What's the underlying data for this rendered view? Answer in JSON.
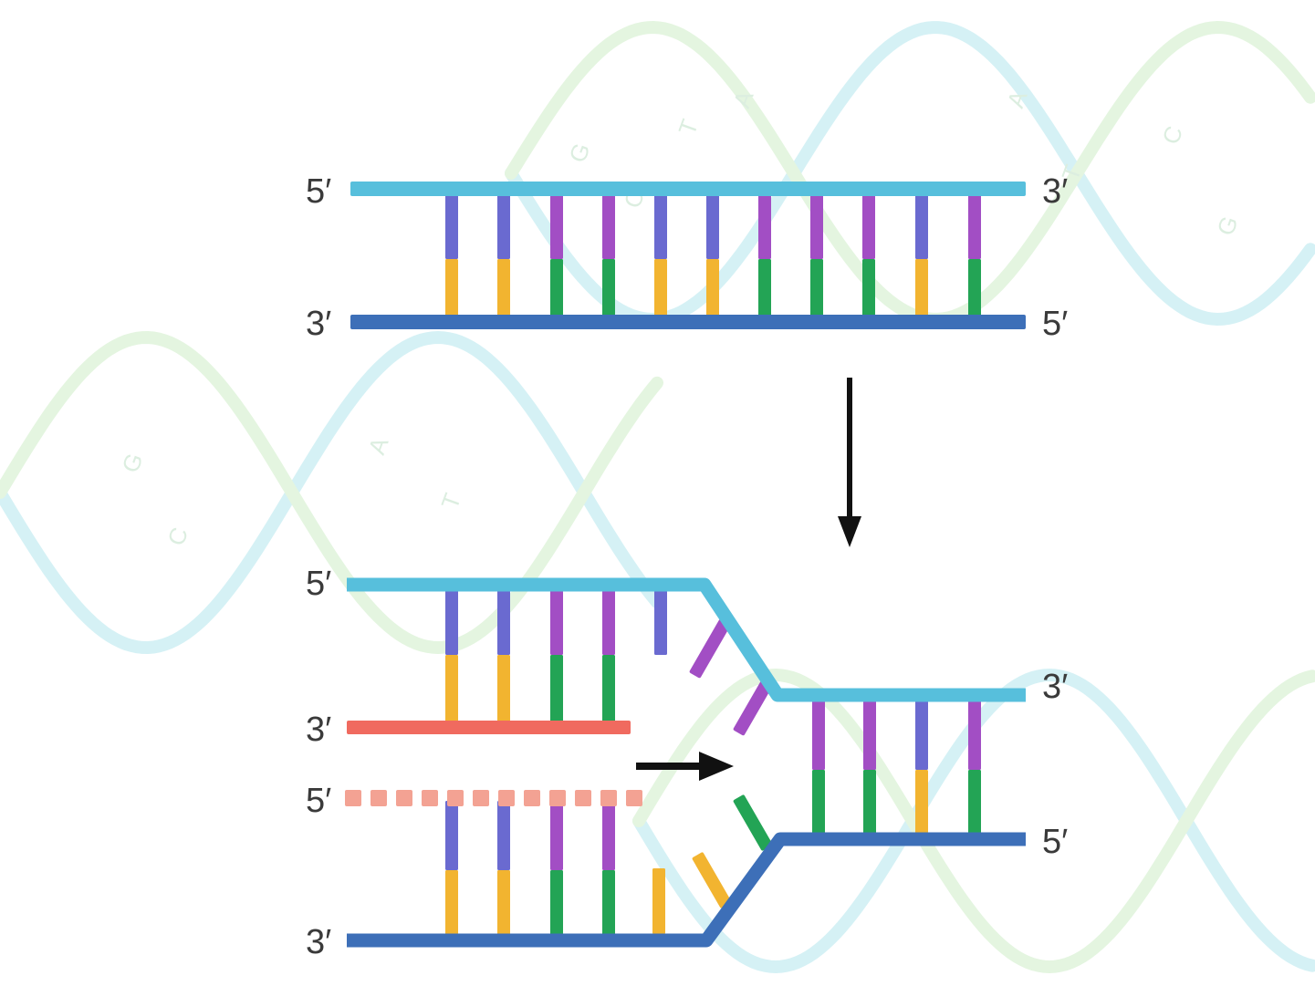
{
  "colors": {
    "strand_light": "#57bfdc",
    "strand_light_dark": "#3a9fc0",
    "strand_dark": "#3d6fb8",
    "strand_dark_deep": "#2f58a0",
    "new_strand": "#f06a5f",
    "new_strand_frag": "#f3a293",
    "base_blue": "#6a6ad0",
    "base_purple": "#a24ec4",
    "base_yellow": "#f2b430",
    "base_green": "#23a455",
    "arrow": "#111111",
    "watermark_cyan": "#d5f1f5",
    "watermark_green": "#e4f5e0"
  },
  "labels": {
    "top_left_top": "5′",
    "top_right_top": "3′",
    "top_left_bottom": "3′",
    "top_right_bottom": "5′",
    "bottom_left_1": "5′",
    "bottom_left_2": "3′",
    "bottom_left_3": "5′",
    "bottom_left_4": "3′",
    "bottom_right_top": "3′",
    "bottom_right_bottom": "5′"
  },
  "top_pairs": [
    "B-Y",
    "B-Y",
    "P-G",
    "P-G",
    "B-Y",
    "B-Y",
    "P-G",
    "P-G",
    "P-G",
    "B-Y",
    "P-G"
  ],
  "bottom_upper_pairs": [
    "B-Y",
    "B-Y",
    "P-G",
    "P-G"
  ],
  "bottom_lower_pairs": [
    "B-Y",
    "B-Y",
    "P-G",
    "P-G"
  ],
  "right_pairs": [
    "P-G",
    "P-G",
    "B-Y",
    "P-G"
  ],
  "watermark_letters": [
    "G",
    "C",
    "T",
    "A",
    "A",
    "T",
    "C",
    "G",
    "G",
    "C",
    "A",
    "T"
  ]
}
